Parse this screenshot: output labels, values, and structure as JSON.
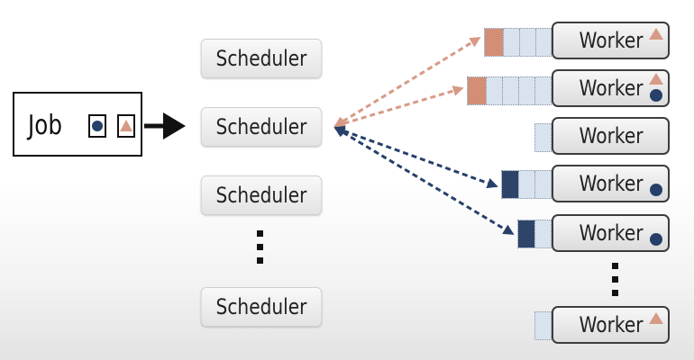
{
  "job": {
    "label": "Job",
    "tasks": [
      {
        "shape": "circle",
        "color": "#26406a"
      },
      {
        "shape": "triangle",
        "color": "#d79a86"
      }
    ]
  },
  "schedulers": [
    "Scheduler",
    "Scheduler",
    "Scheduler",
    "Scheduler"
  ],
  "workers": [
    {
      "label": "Worker",
      "badges": [
        "triangle"
      ],
      "queue_filled": "triangle"
    },
    {
      "label": "Worker",
      "badges": [
        "triangle",
        "circle"
      ],
      "queue_filled": "triangle"
    },
    {
      "label": "Worker",
      "badges": [],
      "queue_filled": "none"
    },
    {
      "label": "Worker",
      "badges": [
        "circle"
      ],
      "queue_filled": "circle"
    },
    {
      "label": "Worker",
      "badges": [
        "circle"
      ],
      "queue_filled": "circle"
    },
    {
      "label": "Worker",
      "badges": [
        "triangle"
      ],
      "queue_filled": "none"
    }
  ],
  "colors": {
    "circle": "#26406a",
    "triangle": "#d79a86",
    "probe_triangle_arrow": "#d79a86",
    "probe_circle_arrow": "#26406a",
    "queue_empty": "#d9e3ef"
  }
}
